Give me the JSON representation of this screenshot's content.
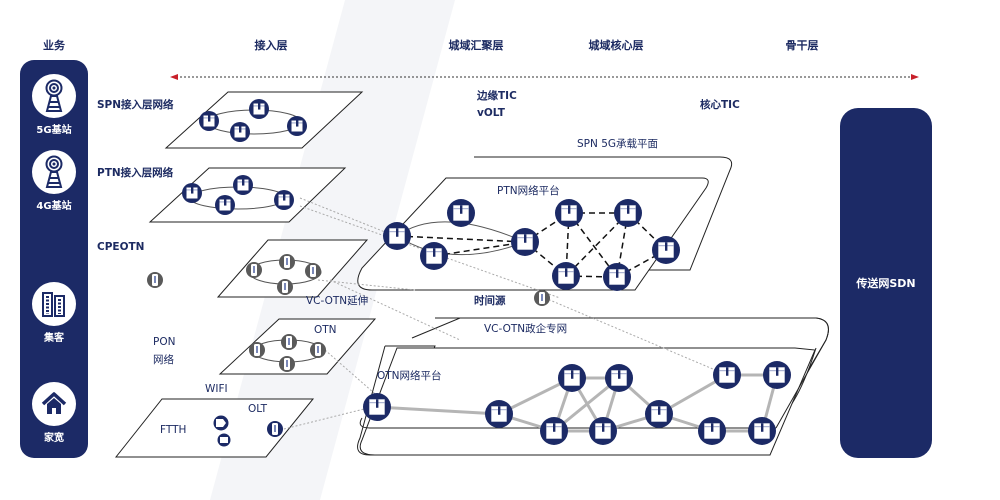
{
  "layers": {
    "business": "业务",
    "access": "接入层",
    "metro_aggregation": "城域汇聚层",
    "metro_core": "城域核心层",
    "backbone": "骨干层"
  },
  "business_items": [
    {
      "label": "5G基站",
      "icon": "radio-tower-icon"
    },
    {
      "label": "4G基站",
      "icon": "radio-tower-icon"
    },
    {
      "label": "集客",
      "icon": "buildings-icon"
    },
    {
      "label": "家宽",
      "icon": "home-icon"
    }
  ],
  "sdn": {
    "label": "传送网SDN"
  },
  "labels": {
    "spn_access": "SPN接入层网络",
    "ptn_access": "PTN接入层网络",
    "cpeotn": "CPEOTN",
    "pon_line1": "PON",
    "pon_line2": "网络",
    "wifi": "WIFI",
    "olt": "OLT",
    "ftth": "FTTH",
    "otn": "OTN",
    "vc_otn_ext": "VC-OTN延伸",
    "edge_tic": "边缘TIC",
    "volt": "vOLT",
    "core_tic": "核心TIC",
    "spn_5g_plane": "SPN 5G承载平面",
    "ptn_platform": "PTN网络平台",
    "time_source": "时间源",
    "vc_otn_gov": "VC-OTN政企专网",
    "otn_platform": "OTN网络平台"
  },
  "colors": {
    "navy": "#1c2a66",
    "gray_node": "#5a5a5a",
    "arrow_red": "#c8202a",
    "link_gray": "#b5b5b5"
  }
}
